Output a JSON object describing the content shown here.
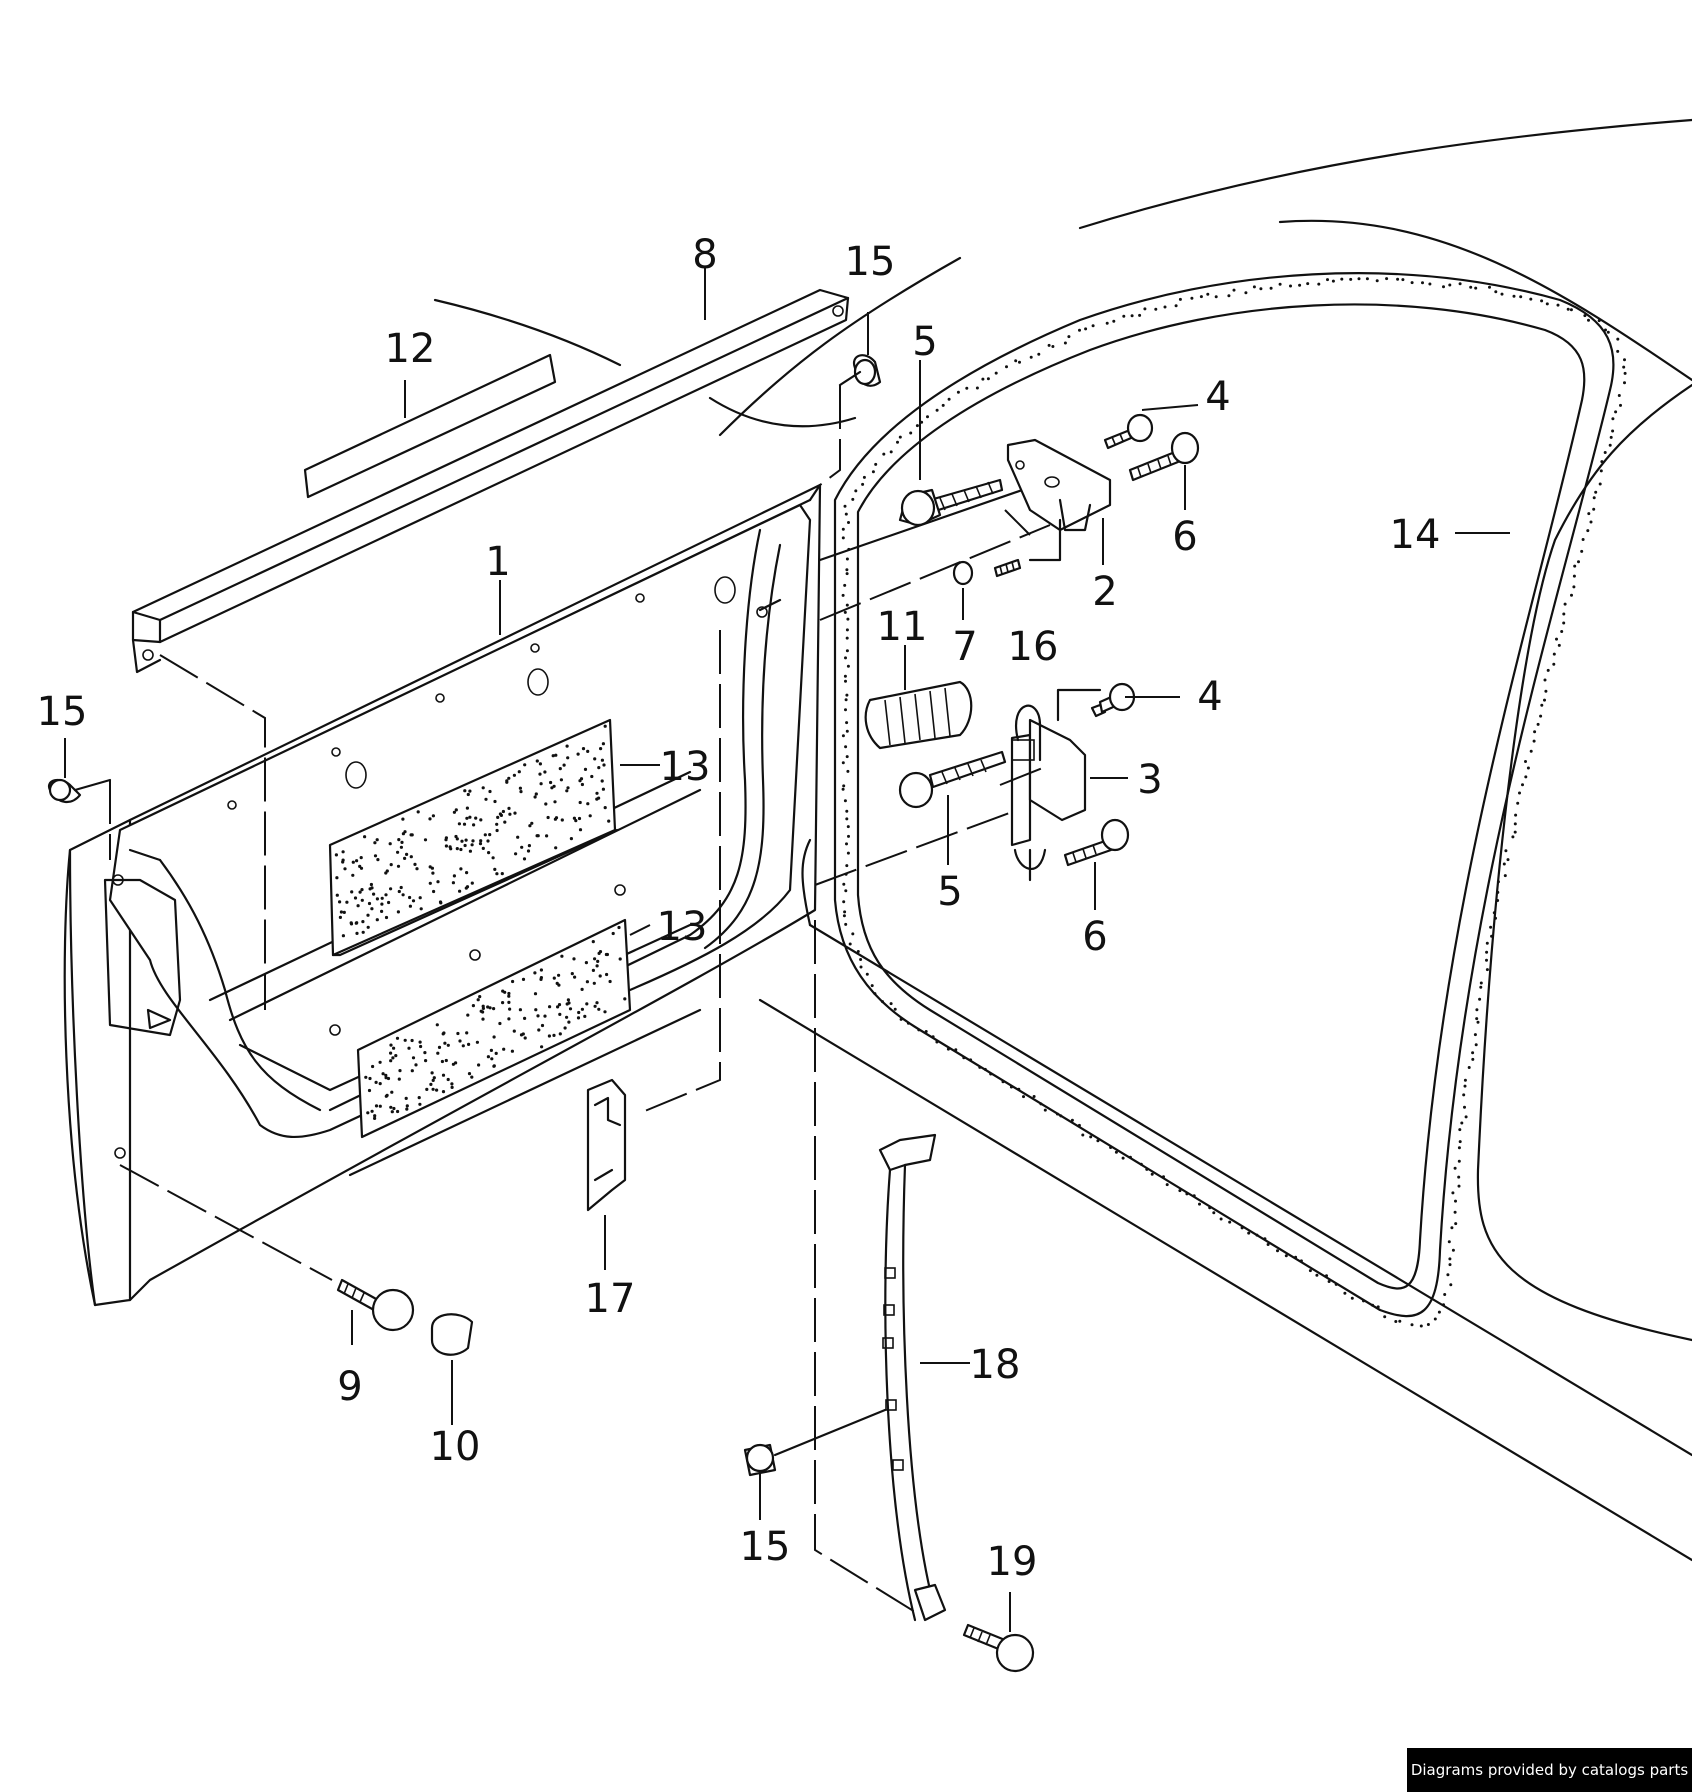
{
  "diagram": {
    "callouts": [
      {
        "id": "part-1",
        "label": "1"
      },
      {
        "id": "part-2",
        "label": "2"
      },
      {
        "id": "part-3",
        "label": "3"
      },
      {
        "id": "part-4a",
        "label": "4"
      },
      {
        "id": "part-4b",
        "label": "4"
      },
      {
        "id": "part-5a",
        "label": "5"
      },
      {
        "id": "part-5b",
        "label": "5"
      },
      {
        "id": "part-6a",
        "label": "6"
      },
      {
        "id": "part-6b",
        "label": "6"
      },
      {
        "id": "part-7",
        "label": "7"
      },
      {
        "id": "part-8",
        "label": "8"
      },
      {
        "id": "part-9",
        "label": "9"
      },
      {
        "id": "part-10",
        "label": "10"
      },
      {
        "id": "part-11",
        "label": "11"
      },
      {
        "id": "part-12",
        "label": "12"
      },
      {
        "id": "part-13a",
        "label": "13"
      },
      {
        "id": "part-13b",
        "label": "13"
      },
      {
        "id": "part-14",
        "label": "14"
      },
      {
        "id": "part-15a",
        "label": "15"
      },
      {
        "id": "part-15b",
        "label": "15"
      },
      {
        "id": "part-15c",
        "label": "15"
      },
      {
        "id": "part-16",
        "label": "16"
      },
      {
        "id": "part-17",
        "label": "17"
      },
      {
        "id": "part-18",
        "label": "18"
      },
      {
        "id": "part-19",
        "label": "19"
      }
    ]
  },
  "footer": {
    "credit": "Diagrams provided by catalogs parts"
  }
}
